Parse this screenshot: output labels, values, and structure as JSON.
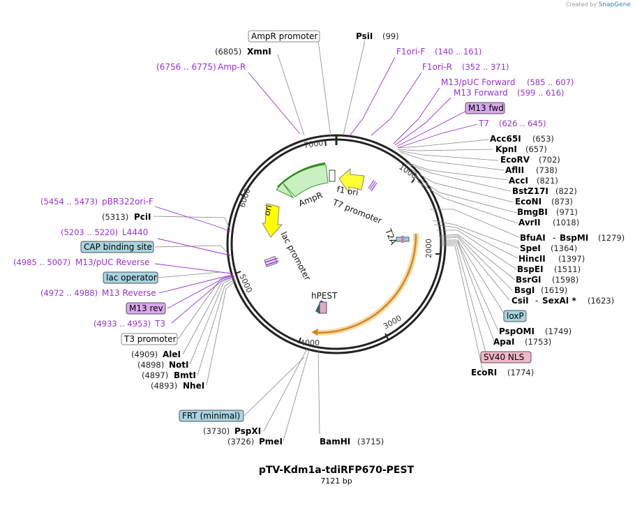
{
  "credit": {
    "created_by": "Created by",
    "brand": "SnapGene"
  },
  "plasmid": {
    "name": "pTV-Kdm1a-tdiRFP670-PEST",
    "size": "7121 bp"
  },
  "ticks": [
    "1000",
    "2000",
    "3000",
    "4000",
    "5000",
    "6000",
    "7000"
  ],
  "features": [
    "AmpR",
    "f1 ori",
    "T7 promoter",
    "ori",
    "lac promoter",
    "T2A",
    "hPEST"
  ],
  "top_labels": {
    "ampr_promoter": "AmpR promoter",
    "xmni_name": "XmnI",
    "xmni_pos": "(6805)",
    "ampr_name": "Amp-R",
    "ampr_pos": "(6756 .. 6775)",
    "psti_name": "PsiI",
    "psti_pos": "(99)"
  },
  "right_primers": [
    {
      "name": "F1ori-F",
      "pos": "(140 .. 161)"
    },
    {
      "name": "F1ori-R",
      "pos": "(352 .. 371)"
    },
    {
      "name": "M13/pUC Forward",
      "pos": "(585 .. 607)"
    },
    {
      "name": "M13 Forward",
      "pos": "(599 .. 616)"
    },
    {
      "name": "M13 fwd",
      "pos": ""
    },
    {
      "name": "T7",
      "pos": "(626 .. 645)"
    }
  ],
  "right_sites": [
    {
      "name": "Acc65I",
      "pos": "(653)"
    },
    {
      "name": "KpnI",
      "pos": "(657)"
    },
    {
      "name": "EcoRV",
      "pos": "(702)"
    },
    {
      "name": "AflII",
      "pos": "(738)"
    },
    {
      "name": "AccI",
      "pos": "(821)"
    },
    {
      "name": "BstZ17I",
      "pos": "(822)"
    },
    {
      "name": "EcoNI",
      "pos": "(873)"
    },
    {
      "name": "BmgBI",
      "pos": "(971)"
    },
    {
      "name": "AvrII",
      "pos": "(1018)"
    },
    {
      "name": "BfuAI",
      "name2": "BspMI",
      "pos": "(1279)"
    },
    {
      "name": "SpeI",
      "pos": "(1364)"
    },
    {
      "name": "HincII",
      "pos": "(1397)"
    },
    {
      "name": "BspEI",
      "pos": "(1511)"
    },
    {
      "name": "BsrGI",
      "pos": "(1598)"
    },
    {
      "name": "BsgI",
      "pos": "(1619)"
    },
    {
      "name": "CsiI",
      "name2": "SexAI *",
      "pos": "(1623)"
    },
    {
      "name": "loxP",
      "pos": ""
    },
    {
      "name": "PspOMI",
      "pos": "(1749)"
    },
    {
      "name": "ApaI",
      "pos": "(1753)"
    },
    {
      "name": "SV40 NLS",
      "pos": ""
    },
    {
      "name": "EcoRI",
      "pos": "(1774)"
    }
  ],
  "left_labels": [
    {
      "name": "pBR322ori-F",
      "pos": "(5454 .. 5473)"
    },
    {
      "name": "PciI",
      "pos": "(5313)"
    },
    {
      "name": "L4440",
      "pos": "(5203 .. 5220)"
    },
    {
      "name": "CAP binding site",
      "pos": ""
    },
    {
      "name": "M13/pUC Reverse",
      "pos": "(4985 .. 5007)"
    },
    {
      "name": "lac operator",
      "pos": ""
    },
    {
      "name": "M13 Reverse",
      "pos": "(4972 .. 4988)"
    },
    {
      "name": "M13 rev",
      "pos": ""
    },
    {
      "name": "T3",
      "pos": "(4933 .. 4953)"
    },
    {
      "name": "T3 promoter",
      "pos": ""
    },
    {
      "name": "AleI",
      "pos": "(4909)"
    },
    {
      "name": "NotI",
      "pos": "(4898)"
    },
    {
      "name": "BmtI",
      "pos": "(4897)"
    },
    {
      "name": "NheI",
      "pos": "(4893)"
    }
  ],
  "bottom_labels": [
    {
      "name": "FRT (minimal)",
      "pos": ""
    },
    {
      "name": "PspXI",
      "pos": "(3730)"
    },
    {
      "name": "PmeI",
      "pos": "(3726)"
    },
    {
      "name": "BamHI",
      "pos": "(3715)"
    }
  ],
  "colors": {
    "primer": "#9b30d9",
    "ampr_fill": "#c8f0c0",
    "ampr_stroke": "#3a9a2a",
    "ori_fill": "#ffff00",
    "orf_stroke": "#f0b24a",
    "misc_blue": "#a8d4e0",
    "misc_pink": "#f0b8c8",
    "misc_purple": "#d9a8ec"
  }
}
